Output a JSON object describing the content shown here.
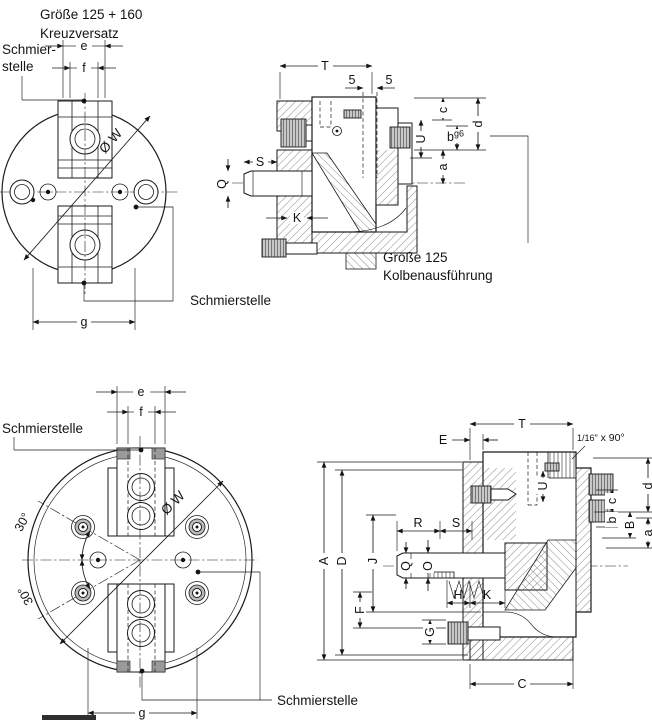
{
  "annotations": {
    "title_line1": "Größe 125 + 160",
    "title_line2": "Kreuzversatz",
    "caption_line1": "Größe 125",
    "caption_line2": "Kolbenausführung",
    "lube_top_line1": "Schmier-",
    "lube_top_line2": "stelle",
    "lube_top_right": "Schmierstelle",
    "lube_bottom_left": "Schmierstelle",
    "lube_bottom_right": "Schmierstelle"
  },
  "front_view_top": {
    "dim_e": "e",
    "dim_f": "f",
    "dim_g": "g",
    "dim_diameter": "Ø W"
  },
  "section_view_top": {
    "dim_T": "T",
    "dim_5_left": "5",
    "dim_5_right": "5",
    "dim_S": "S",
    "dim_Q": "Q",
    "dim_K": "K",
    "dim_c": "c",
    "dim_U": "U",
    "dim_b": "b",
    "dim_b_tolerance": "g6",
    "dim_d": "d",
    "dim_a": "a"
  },
  "front_view_bottom": {
    "dim_e": "e",
    "dim_f": "f",
    "dim_g": "g",
    "dim_diameter": "Ø W",
    "angle_upper": "30°",
    "angle_lower": "30°"
  },
  "section_view_bottom": {
    "dim_T": "T",
    "dim_E": "E",
    "chamfer_fraction": "1/16\"",
    "chamfer_suffix": " x 90°",
    "dim_A": "A",
    "dim_D": "D",
    "dim_J": "J",
    "dim_F": "F",
    "dim_R": "R",
    "dim_S": "S",
    "dim_Q": "Q",
    "dim_O": "O",
    "dim_H": "H",
    "dim_K": "K",
    "dim_G": "G",
    "dim_C": "C",
    "dim_U": "U",
    "dim_c": "c",
    "dim_b": "b",
    "dim_B": "B",
    "dim_d": "d",
    "dim_a": "a"
  }
}
